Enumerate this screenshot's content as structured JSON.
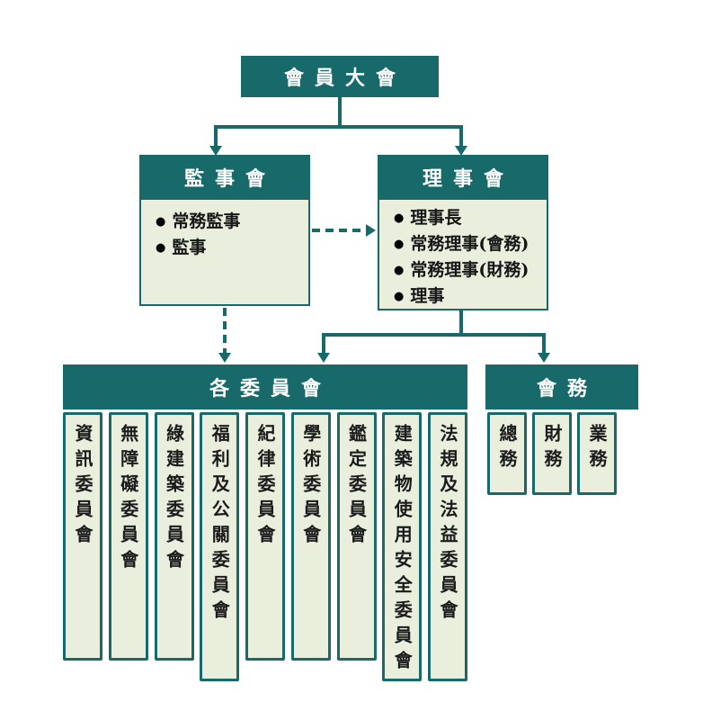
{
  "colors": {
    "teal": "#17696a",
    "panel_fill": "#e9efdc",
    "text": "#1b1b1b"
  },
  "bullet": "●",
  "assembly": {
    "title": "會員大會"
  },
  "supervisors": {
    "title": "監事會",
    "items": [
      "常務監事",
      "監事"
    ]
  },
  "directors": {
    "title": "理事會",
    "items": [
      "理事長",
      "常務理事(會務)",
      "常務理事(財務)",
      "理事"
    ]
  },
  "committees": {
    "title": "各委員會",
    "items": [
      "資訊委員會",
      "無障礙委員會",
      "綠建築委員會",
      "福利及公關委員會",
      "紀律委員會",
      "學術委員會",
      "鑑定委員會",
      "建築物使用安全委員會",
      "法規及法益委員會"
    ]
  },
  "affairs": {
    "title": "會務",
    "items": [
      "總務",
      "財務",
      "業務"
    ]
  }
}
